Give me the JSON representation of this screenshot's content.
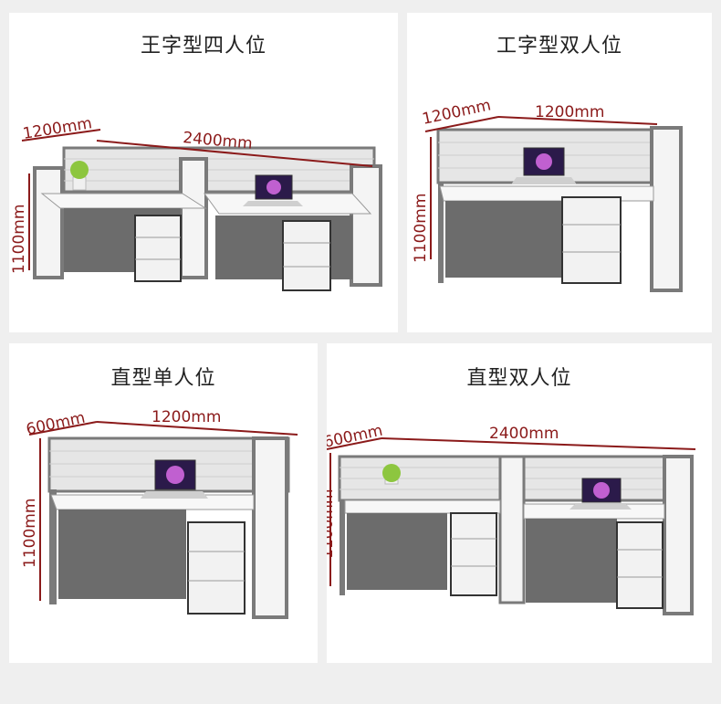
{
  "accent_color": "#8b1a1a",
  "cards": [
    {
      "title": "王字型四人位",
      "dims": {
        "depth": "1200mm",
        "width": "2400mm",
        "height": "1100mm"
      }
    },
    {
      "title": "工字型双人位",
      "dims": {
        "depth": "1200mm",
        "width": "1200mm",
        "height": "1100mm"
      }
    },
    {
      "title": "直型单人位",
      "dims": {
        "depth": "600mm",
        "width": "1200mm",
        "height": "1100mm"
      }
    },
    {
      "title": "直型双人位",
      "dims": {
        "depth": "600mm",
        "width": "2400mm",
        "height": "1100mm"
      }
    }
  ]
}
